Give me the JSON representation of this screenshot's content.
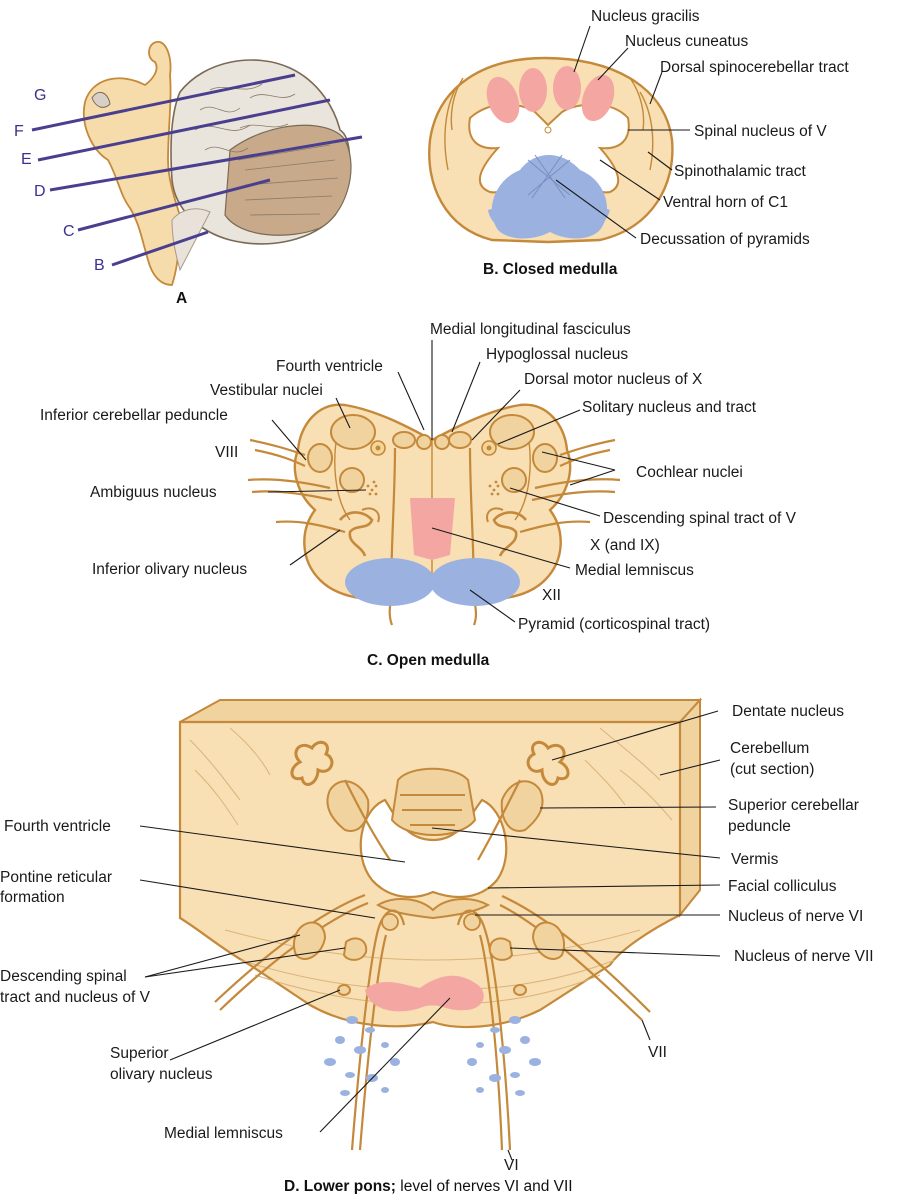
{
  "panel_a": {
    "caption": "A",
    "cut_letters": [
      "G",
      "F",
      "E",
      "D",
      "C",
      "B"
    ]
  },
  "panel_b": {
    "caption": "B. Closed medulla",
    "labels": {
      "nucleus_gracilis": "Nucleus gracilis",
      "nucleus_cuneatus": "Nucleus cuneatus",
      "dorsal_spinocerebellar": "Dorsal spinocerebellar tract",
      "spinal_nucleus_v": "Spinal nucleus of V",
      "spinothalamic": "Spinothalamic tract",
      "ventral_horn_c1": "Ventral horn of C1",
      "decussation_pyramids": "Decussation of pyramids"
    }
  },
  "panel_c": {
    "caption": "C. Open medulla",
    "labels": {
      "mlf": "Medial longitudinal fasciculus",
      "fourth_ventricle": "Fourth ventricle",
      "hypoglossal_nucleus": "Hypoglossal nucleus",
      "vestibular_nuclei": "Vestibular nuclei",
      "dorsal_motor_x": "Dorsal motor nucleus of X",
      "inferior_cerebellar_peduncle": "Inferior cerebellar peduncle",
      "solitary_nucleus": "Solitary nucleus and tract",
      "viii": "VIII",
      "cochlear_nuclei": "Cochlear nuclei",
      "ambiguus_nucleus": "Ambiguus nucleus",
      "descending_spinal_tract_v": "Descending spinal tract of V",
      "x_and_ix": "X (and IX)",
      "inferior_olivary": "Inferior olivary nucleus",
      "medial_lemniscus": "Medial lemniscus",
      "xii": "XII",
      "pyramid": "Pyramid (corticospinal tract)"
    }
  },
  "panel_d": {
    "caption_bold": "D. Lower pons;",
    "caption_rest": " level of nerves VI and VII",
    "labels": {
      "dentate_nucleus": "Dentate nucleus",
      "cerebellum_1": "Cerebellum",
      "cerebellum_2": "(cut section)",
      "superior_cerebellar_peduncle_1": "Superior cerebellar",
      "superior_cerebellar_peduncle_2": "peduncle",
      "fourth_ventricle": "Fourth ventricle",
      "vermis": "Vermis",
      "pontine_reticular_1": "Pontine reticular",
      "pontine_reticular_2": "formation",
      "facial_colliculus": "Facial colliculus",
      "nucleus_vi": "Nucleus of nerve VI",
      "nucleus_vii": "Nucleus of nerve VII",
      "descending_v_1": "Descending spinal",
      "descending_v_2": "tract and nucleus of V",
      "superior_olivary_1": "Superior",
      "superior_olivary_2": "olivary nucleus",
      "medial_lemniscus": "Medial lemniscus",
      "vii": "VII",
      "vi": "VI"
    }
  },
  "colors": {
    "tissue": "#f8dfb4",
    "outline": "#c4893a",
    "pink_nuclei": "#f4a7a2",
    "blue_tracts": "#9bb2e0",
    "section_lines": "#4a3f8f"
  }
}
